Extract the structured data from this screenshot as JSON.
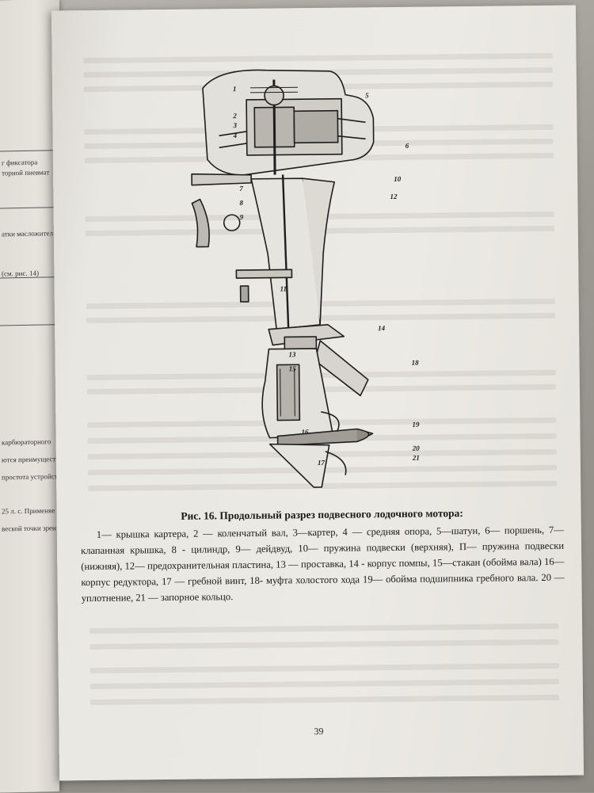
{
  "left_page": {
    "fragments": [
      "карбюраторного",
      "ются преимуществ",
      "простота устройства",
      "25 л. с. Применяе",
      "веской точки зрен",
      "(см. рис. 14)",
      "атки масложител",
      "г фиксатора",
      "торной пневмат"
    ]
  },
  "figure": {
    "callouts": [
      "1",
      "2",
      "3",
      "4",
      "5",
      "6",
      "7",
      "8",
      "9",
      "10",
      "11",
      "12",
      "13",
      "14",
      "15",
      "16",
      "17",
      "18",
      "19",
      "20",
      "21"
    ]
  },
  "caption": {
    "title": "Рис. 16. Продольный разрез подвесного лодочного мотора:",
    "body": "1— крышка картера, 2 — коленчатый вал, 3—картер, 4 — средняя опора, 5—шатун, 6— поршень, 7— клапанная крышка, 8 - цилиндр, 9— дейдвуд, 10— пружина подвески (верхняя), П— пружина подвески (нижняя), 12— предохранительная пластина, 13 — проставка, 14 - корпус помпы, 15—стакан (обойма вала) 16— корпус редуктора, 17 — гребной винт, 18- муфта холостого хода 19— обойма подшипника гребного вала. 20 — уплотнение, 21 — запорное кольцо."
  },
  "page_number": "39"
}
